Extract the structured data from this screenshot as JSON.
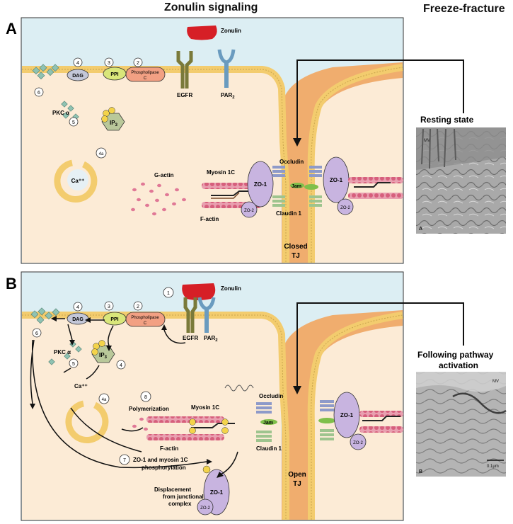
{
  "headers": {
    "main_title": "Zonulin signaling",
    "side_title": "Freeze-fracture"
  },
  "panel_a": {
    "letter": "A",
    "zonulin": "Zonulin",
    "egfr": "EGFR",
    "par2_main": "PAR",
    "par2_sub": "2",
    "num_2": "2",
    "phospholipase_1": "Phospholipase",
    "phospholipase_2": "C",
    "num_3": "3",
    "ppi": "PPI",
    "num_4": "4",
    "dag": "DAG",
    "num_6": "6",
    "pkc": "PKC α",
    "num_5": "5",
    "ip3_main": "IP",
    "ip3_sub": "3",
    "num_4a": "4a",
    "ca": "Ca⁺⁺",
    "g_actin": "G-actin",
    "myosin": "Myosin 1C",
    "f_actin": "F-actin",
    "zo1_left": "ZO-1",
    "zo2_left": "ZO-2",
    "zo1_right": "ZO-1",
    "zo2_right": "ZO-2",
    "occludin": "Occludin",
    "jam": "Jam",
    "claudin": "Claudin 1",
    "tj_1": "Closed",
    "tj_2": "TJ"
  },
  "panel_b": {
    "letter": "B",
    "num_1": "1",
    "zonulin": "Zonulin",
    "egfr": "EGFR",
    "par2_main": "PAR",
    "par2_sub": "2",
    "num_2": "2",
    "phospholipase_1": "Phospholipase",
    "phospholipase_2": "C",
    "num_3": "3",
    "ppi": "PPI",
    "num_4": "4",
    "dag": "DAG",
    "num_6": "6",
    "pkc": "PKC α",
    "num_5": "5",
    "ip3_main": "IP",
    "ip3_sub": "3",
    "num_4_ip3": "4",
    "ca": "Ca⁺⁺",
    "num_4a": "4a",
    "num_8": "8",
    "polymerization": "Polymerization",
    "myosin": "Myosin 1C",
    "f_actin": "F-actin",
    "occludin": "Occludin",
    "jam": "Jam",
    "claudin": "Claudin 1",
    "zo1_right": "ZO-1",
    "zo2_right": "ZO-2",
    "num_7": "7",
    "phos_1": "ZO-1 and myosin 1C",
    "phos_2": "phosphorylation",
    "zo1_free": "ZO-1",
    "zo2_free": "ZO-2",
    "disp_1": "Displacement",
    "disp_2": "from junctional",
    "disp_3": "complex",
    "tj_1": "Open",
    "tj_2": "TJ"
  },
  "micrographs": {
    "resting_label": "Resting state",
    "following_1": "Following pathway",
    "following_2": "activation",
    "label_a": "A",
    "label_b": "B",
    "mv_a": "MV",
    "mv_b": "MV",
    "scale": "0.1µm"
  },
  "colors": {
    "lumen": "#dceef3",
    "cytoplasm": "#fcebd6",
    "membrane": "#f3cc6e",
    "cell_orange": "#f0ad6e",
    "zonulin": "#d61f26",
    "egfr": "#7a7a3a",
    "par2": "#6a9bbf",
    "zo": "#c8b4e0",
    "actin": "#d9728a"
  }
}
